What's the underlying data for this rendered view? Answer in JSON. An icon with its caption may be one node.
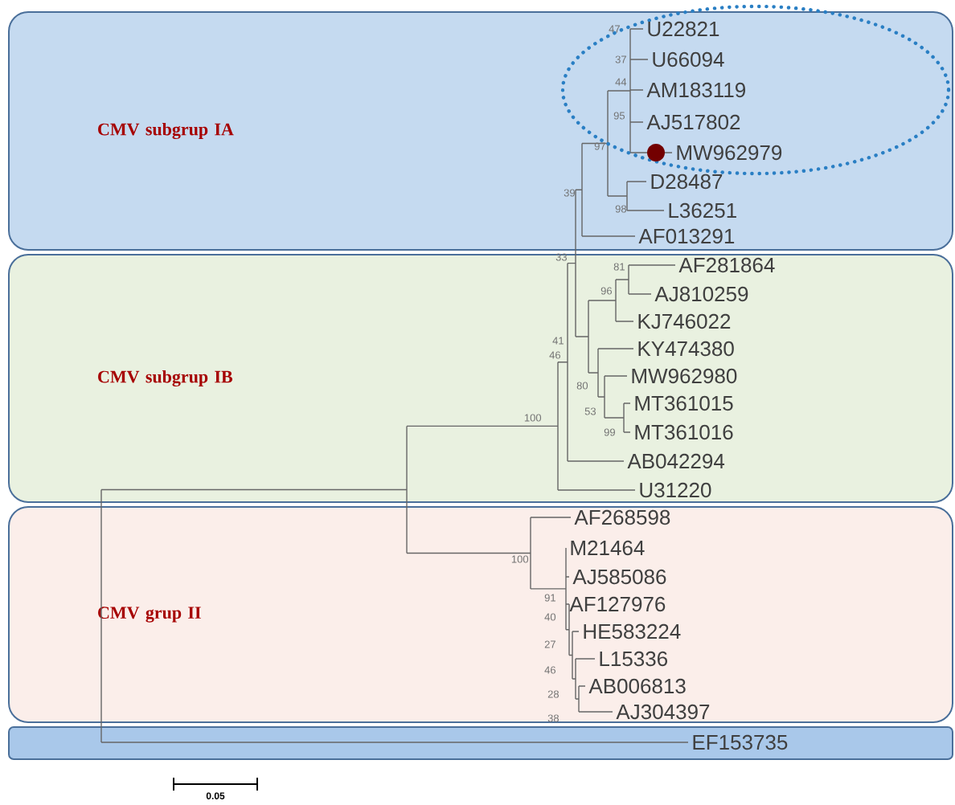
{
  "diagram": {
    "nodes": [
      {
        "text": [
          "CMV subgrup IA"
        ]
      },
      {
        "text": [
          "CMV subgrup IB"
        ]
      },
      {
        "text": [
          "CMV grup II"
        ]
      },
      {
        "text": [],
        "shape": "bar"
      }
    ],
    "edges": [],
    "labels": [
      "U22821",
      "U66094",
      "AM183119",
      "AJ517802",
      "MW962979",
      "D28487",
      "L36251",
      "AF013291",
      "AF281864",
      "AJ810259",
      "KJ746022",
      "KY474380",
      "MW962980",
      "MT361015",
      "MT361016",
      "AB042294",
      "U31220",
      "AF268598",
      "M21464",
      "AJ585086",
      "AF127976",
      "HE583224",
      "L15336",
      "AB006813",
      "AJ304397",
      "EF153735",
      "47",
      "37",
      "44",
      "95",
      "97",
      "39",
      "98",
      "33",
      "81",
      "96",
      "46",
      "41",
      "80",
      "53",
      "99",
      "100",
      "100",
      "91",
      "40",
      "27",
      "46",
      "28",
      "38",
      "0.05"
    ]
  }
}
